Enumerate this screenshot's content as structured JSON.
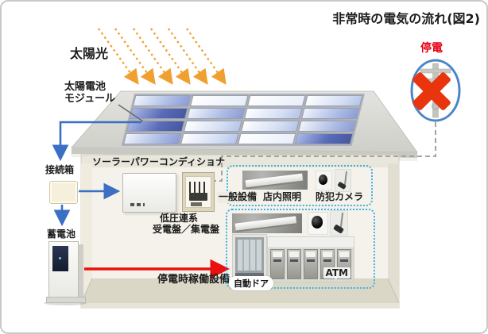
{
  "title": "非常時の電気の流れ(図2)",
  "outside": {
    "sunlight": "太陽光",
    "module_line1": "太陽電池",
    "module_line2": "モジュール",
    "outage": "停電"
  },
  "system": {
    "junction_box": "接続箱",
    "conditioner": "ソーラーパワーコンディショナ",
    "lv_line1": "低圧連系",
    "lv_line2": "受電盤／集電盤",
    "battery": "蓄電池"
  },
  "general_box": {
    "label": "一般設備",
    "lighting": "店内照明",
    "camera": "防犯カメラ"
  },
  "outage_box": {
    "label": "停電時稼働設備",
    "door": "自動ドア",
    "atm": "ATM"
  },
  "colors": {
    "flow_blue": "#3a6fc4",
    "alert_red": "#e8350e",
    "sun_orange": "#f0a030",
    "dashed_box_blue": "#3eb1e1",
    "outage_text_red": "#e60012"
  }
}
